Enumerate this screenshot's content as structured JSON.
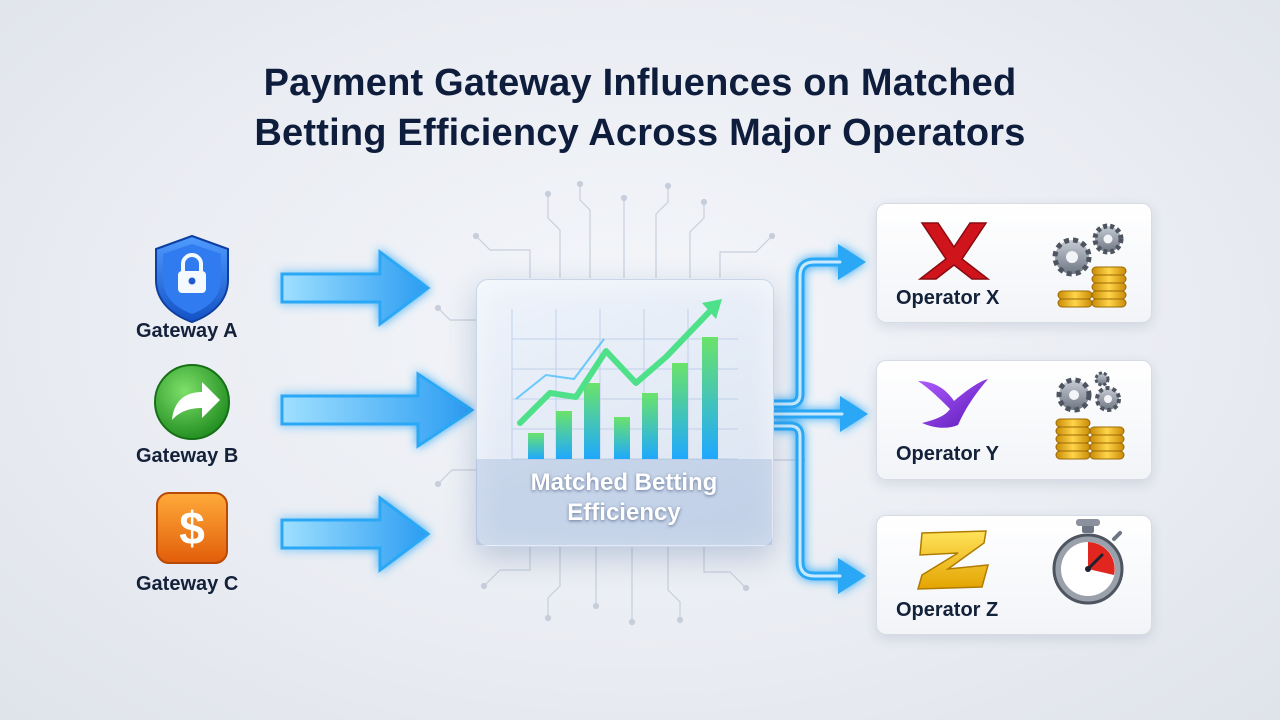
{
  "title": {
    "line1": "Payment Gateway Influences on Matched",
    "line2": "Betting Efficiency Across Major Operators"
  },
  "gateways": [
    {
      "label": "Gateway A",
      "icon": "shield-lock-icon",
      "color": "#1f6fe0"
    },
    {
      "label": "Gateway B",
      "icon": "green-arrow-icon",
      "color": "#2aa52a"
    },
    {
      "label": "Gateway C",
      "icon": "dollar-icon",
      "color": "#f07a12"
    }
  ],
  "center": {
    "label": "Matched Betting Efficiency",
    "icon": "growth-bar-chart-icon"
  },
  "operators": [
    {
      "label": "Operator X",
      "logo": "X",
      "logo_color": "#d0141c",
      "icon": "gears-coins-icon"
    },
    {
      "label": "Operator Y",
      "logo": "Y",
      "logo_color": "#7a2fd0",
      "icon": "gears-coins-icon"
    },
    {
      "label": "Operator Z",
      "logo": "Z",
      "logo_color": "#f2c10c",
      "icon": "stopwatch-icon"
    }
  ],
  "colors": {
    "arrow": "#2aa8f5",
    "arrow_glow": "#7fd3ff",
    "title": "#0f1d3d"
  }
}
